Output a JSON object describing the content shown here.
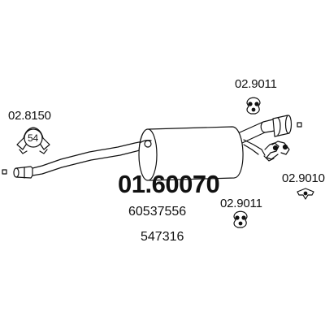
{
  "main_part_number": "01.60070",
  "oe_numbers": [
    "60537556",
    "547316"
  ],
  "clamp": {
    "part_number": "02.8150",
    "size": "54"
  },
  "rubber_mounts": [
    {
      "part_number": "02.9011"
    },
    {
      "part_number": "02.9011"
    },
    {
      "part_number": "02.9010"
    }
  ],
  "colors": {
    "line": "#111111",
    "background": "#ffffff"
  }
}
